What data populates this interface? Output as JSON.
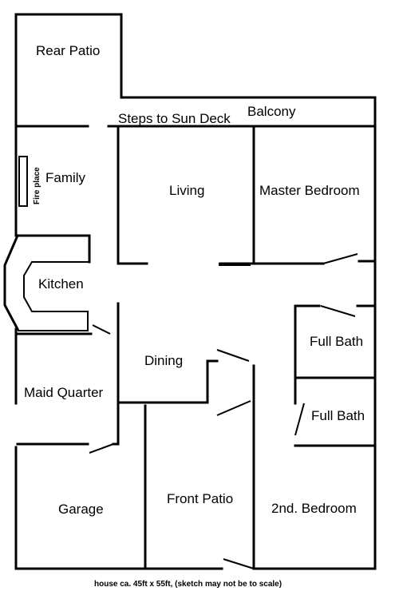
{
  "rooms": {
    "rear_patio": "Rear Patio",
    "steps": "Steps to Sun Deck",
    "balcony": "Balcony",
    "family": "Family",
    "fireplace": "Fire place",
    "living": "Living",
    "master_bedroom": "Master Bedroom",
    "kitchen": "Kitchen",
    "full_bath_1": "Full Bath",
    "full_bath_2": "Full Bath",
    "dining": "Dining",
    "maid_quarter": "Maid Quarter",
    "garage": "Garage",
    "front_patio": "Front Patio",
    "second_bedroom": "2nd. Bedroom"
  },
  "caption": "house ca. 45ft x 55ft, (sketch may not be to scale)"
}
